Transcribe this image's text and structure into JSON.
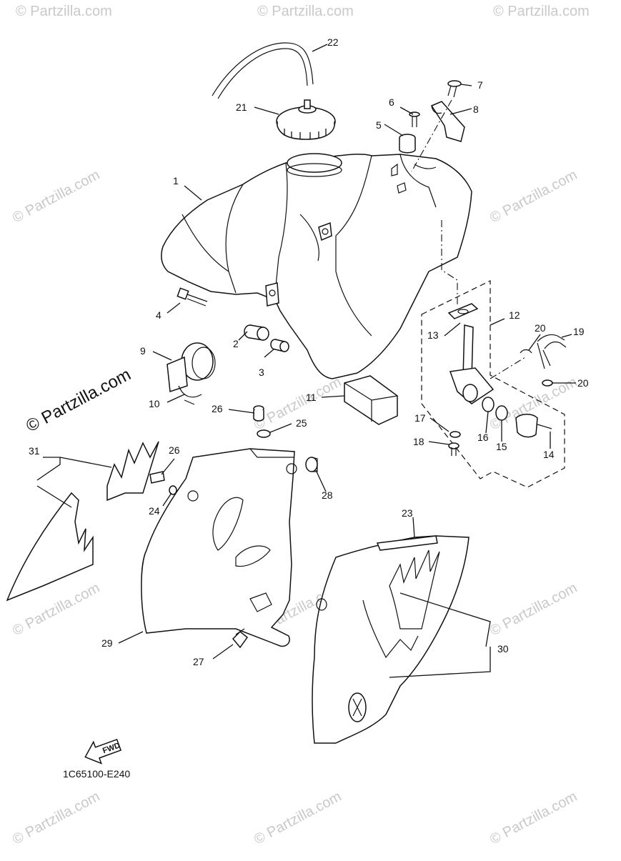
{
  "diagram_code": "1C65100-E240",
  "fwd_label": "FWD",
  "watermark_text": "© Partzilla.com",
  "watermark_feature_text": "© Partzilla.com",
  "callouts": [
    "1",
    "2",
    "3",
    "4",
    "5",
    "6",
    "7",
    "8",
    "9",
    "10",
    "11",
    "12",
    "13",
    "14",
    "15",
    "16",
    "17",
    "18",
    "19",
    "20",
    "20",
    "21",
    "22",
    "23",
    "24",
    "25",
    "26",
    "26",
    "27",
    "28",
    "29",
    "30",
    "31"
  ]
}
